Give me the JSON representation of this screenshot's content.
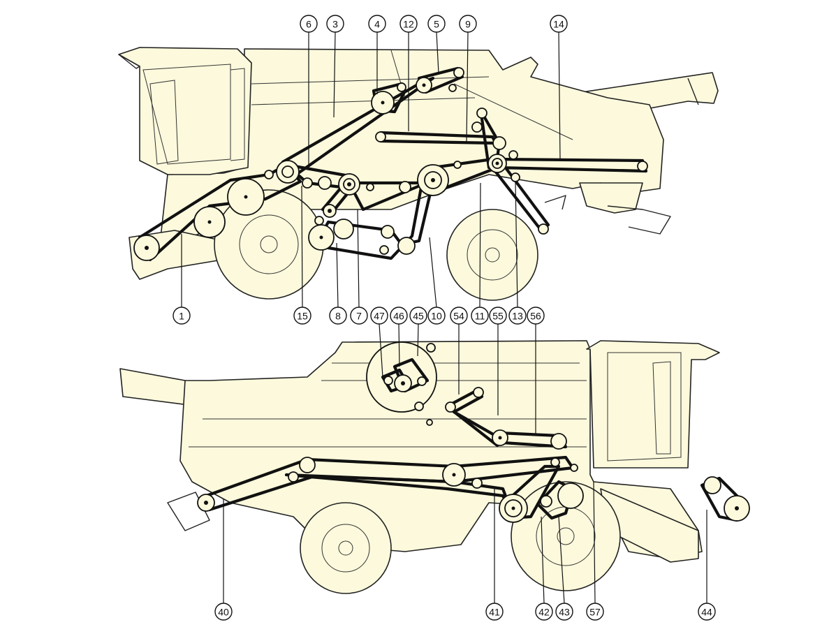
{
  "diagram": {
    "callouts_top": [
      "1",
      "3",
      "4",
      "5",
      "6",
      "7",
      "8",
      "9",
      "10",
      "11",
      "12",
      "13",
      "14",
      "15"
    ],
    "callouts_bottom": [
      "40",
      "41",
      "42",
      "43",
      "44",
      "45",
      "46",
      "47",
      "54",
      "55",
      "56",
      "57"
    ],
    "callouts": [
      {
        "id": "1"
      },
      {
        "id": "3"
      },
      {
        "id": "4"
      },
      {
        "id": "5"
      },
      {
        "id": "6"
      },
      {
        "id": "7"
      },
      {
        "id": "8"
      },
      {
        "id": "9"
      },
      {
        "id": "10"
      },
      {
        "id": "11"
      },
      {
        "id": "12"
      },
      {
        "id": "13"
      },
      {
        "id": "14"
      },
      {
        "id": "15"
      },
      {
        "id": "40"
      },
      {
        "id": "41"
      },
      {
        "id": "42"
      },
      {
        "id": "43"
      },
      {
        "id": "44"
      },
      {
        "id": "45"
      },
      {
        "id": "46"
      },
      {
        "id": "47"
      },
      {
        "id": "54"
      },
      {
        "id": "55"
      },
      {
        "id": "56"
      },
      {
        "id": "57"
      }
    ],
    "colors": {
      "machine_fill": "#fcf9dc",
      "line": "#222222",
      "belt": "#111111",
      "background": "#ffffff"
    }
  }
}
